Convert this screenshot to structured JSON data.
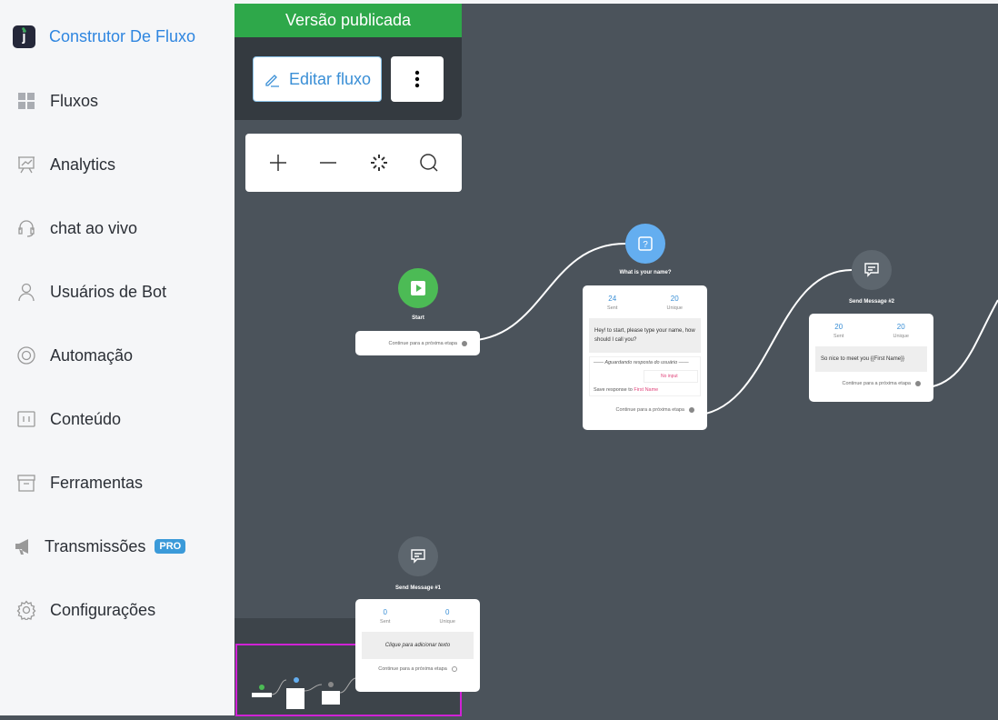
{
  "sidebar": {
    "brand": "Construtor De Fluxo",
    "items": [
      {
        "label": "Fluxos",
        "icon": "grid-icon"
      },
      {
        "label": "Analytics",
        "icon": "presentation-chart-icon"
      },
      {
        "label": "chat ao vivo",
        "icon": "headset-icon"
      },
      {
        "label": "Usuários de Bot",
        "icon": "user-icon"
      },
      {
        "label": "Automação",
        "icon": "lifebuoy-icon"
      },
      {
        "label": "Conteúdo",
        "icon": "content-icon"
      },
      {
        "label": "Ferramentas",
        "icon": "archive-icon"
      },
      {
        "label": "Transmissões",
        "icon": "megaphone-icon",
        "badge": "PRO"
      },
      {
        "label": "Configurações",
        "icon": "gear-icon"
      }
    ]
  },
  "toolbar": {
    "status": "Versão publicada",
    "edit_label": "Editar fluxo"
  },
  "nodes": {
    "start": {
      "title": "Start",
      "continue": "Continue para a próxima etapa"
    },
    "question": {
      "title": "What is your name?",
      "sent": "24",
      "sent_label": "Sent",
      "unique": "20",
      "unique_label": "Unique",
      "message": "Hey! to start, please type your name, how should I call you?",
      "waiting": "—— Aguardando resposta do usuário ——",
      "no_input": "No input",
      "save_prefix": "Save response to",
      "save_field": "First Name",
      "continue": "Continue para a próxima etapa"
    },
    "msg2": {
      "title": "Send Message #2",
      "sent": "20",
      "sent_label": "Sent",
      "unique": "20",
      "unique_label": "Unique",
      "message": "So nice to meet you {{First Name}}",
      "continue": "Continue para a próxima etapa"
    },
    "msg1": {
      "title": "Send Message #1",
      "sent": "0",
      "sent_label": "Sent",
      "unique": "0",
      "unique_label": "Unique",
      "message": "Clique para adicionar texto",
      "continue": "Continue para a próxima etapa"
    }
  },
  "colors": {
    "accent": "#2f86e0",
    "published": "#2ea84a",
    "start": "#4cbb55",
    "question": "#64aef0",
    "minimap_frame": "#d022d6"
  }
}
